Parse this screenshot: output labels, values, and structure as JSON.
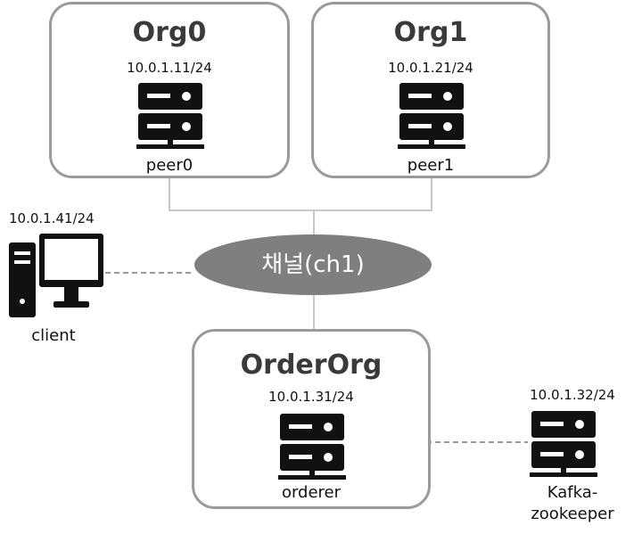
{
  "orgs": {
    "org0": {
      "title": "Org0",
      "ip": "10.0.1.11/24",
      "node": "peer0"
    },
    "org1": {
      "title": "Org1",
      "ip": "10.0.1.21/24",
      "node": "peer1"
    },
    "orderer": {
      "title": "OrderOrg",
      "ip": "10.0.1.31/24",
      "node": "orderer"
    }
  },
  "client": {
    "ip": "10.0.1.41/24",
    "label": "client"
  },
  "kafka": {
    "ip": "10.0.1.32/24",
    "label_line1": "Kafka-",
    "label_line2": "zookeeper"
  },
  "channel": {
    "label": "채널(ch1)"
  },
  "icons": {
    "server": "server-icon",
    "computer": "desktop-computer-icon"
  },
  "colors": {
    "border": "#9a9a9a",
    "icon": "#111111",
    "channel": "#7f7f7f",
    "wire": "#c8c8c8"
  }
}
